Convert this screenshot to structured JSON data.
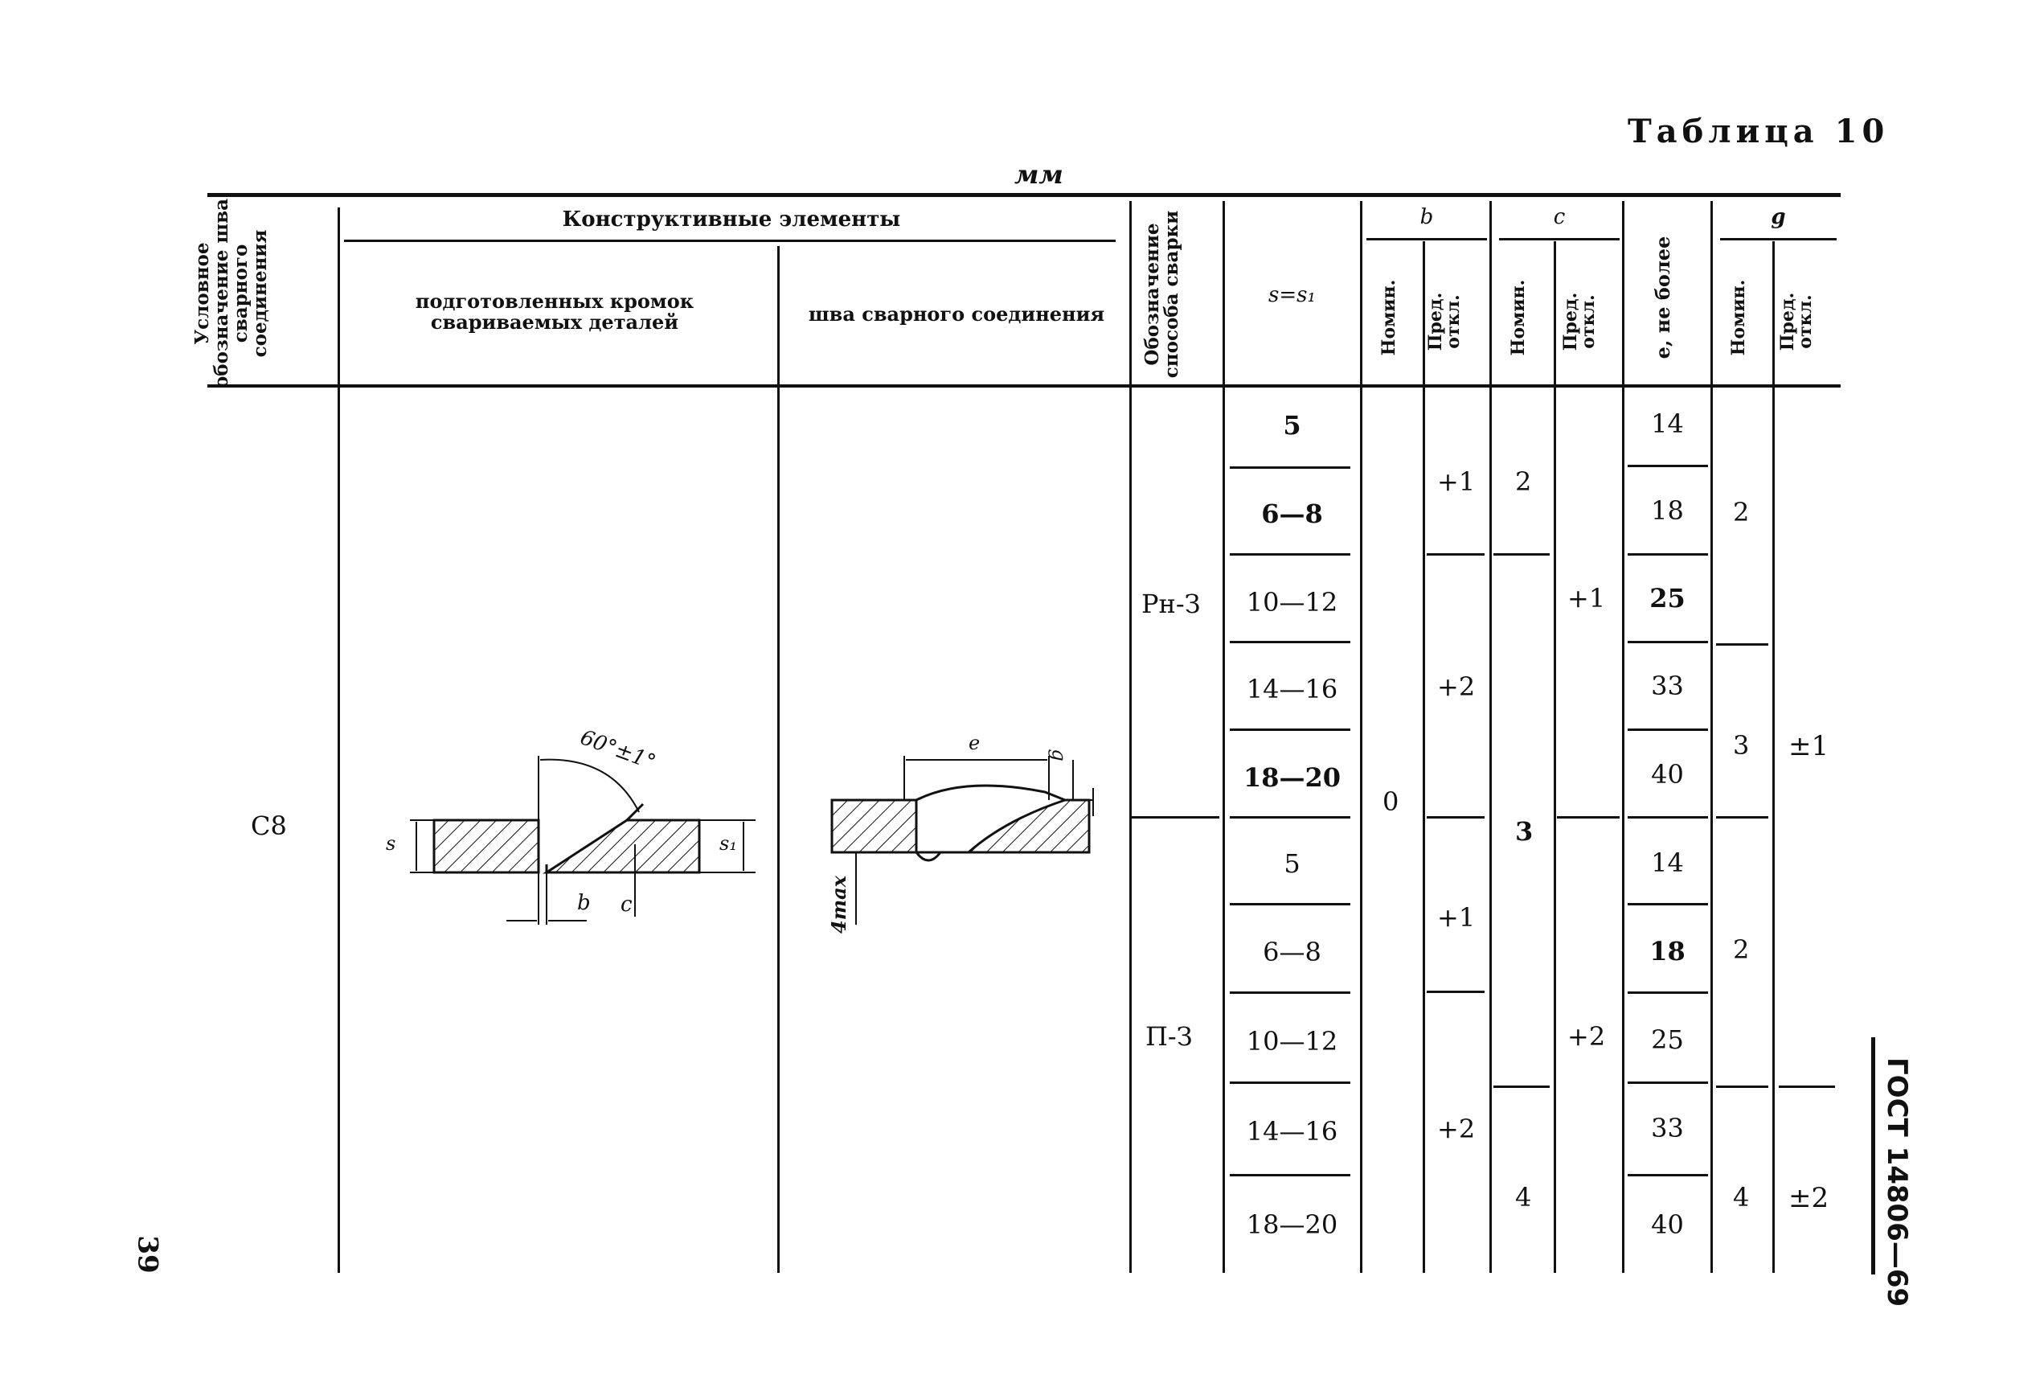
{
  "table_title": "Таблица 10",
  "units": "мм",
  "side_label": "ГОСТ 14806—69",
  "page_number": "39",
  "headers": {
    "designation": "Условное обозначение шва сварного соединения",
    "construct": "Конструктивные элементы",
    "prep_line1": "подготовленных кромок",
    "prep_line2": "свариваемых деталей",
    "seam": "шва сварного соединения",
    "method": "Обозначение способа сварки",
    "s": "s=s₁",
    "b": "b",
    "c": "c",
    "e": "e, не более",
    "g": "g",
    "nom": "Номин.",
    "dev": "Пред. откл."
  },
  "designation_value": "С8",
  "method_values": [
    "Рн-З",
    "П-З"
  ],
  "s_values": [
    "5",
    "6—8",
    "10—12",
    "14—16",
    "18—20",
    "5",
    "6—8",
    "10—12",
    "14—16",
    "18—20"
  ],
  "b_nom": "0",
  "b_dev": [
    "+1",
    "+2",
    "+1",
    "+2"
  ],
  "c_nom": [
    "2",
    "3",
    "4"
  ],
  "c_dev": [
    "+1",
    "+2"
  ],
  "e_values": [
    "14",
    "18",
    "25",
    "33",
    "40",
    "14",
    "18",
    "25",
    "33",
    "40"
  ],
  "g_nom": [
    "2",
    "3",
    "2",
    "4"
  ],
  "g_dev": [
    "±1",
    "±2"
  ],
  "drawing1": {
    "angle": "60°±1°",
    "s": "s",
    "s1": "s₁",
    "b": "b",
    "c": "c"
  },
  "drawing2": {
    "e": "e",
    "g": "g",
    "max": "4max"
  }
}
